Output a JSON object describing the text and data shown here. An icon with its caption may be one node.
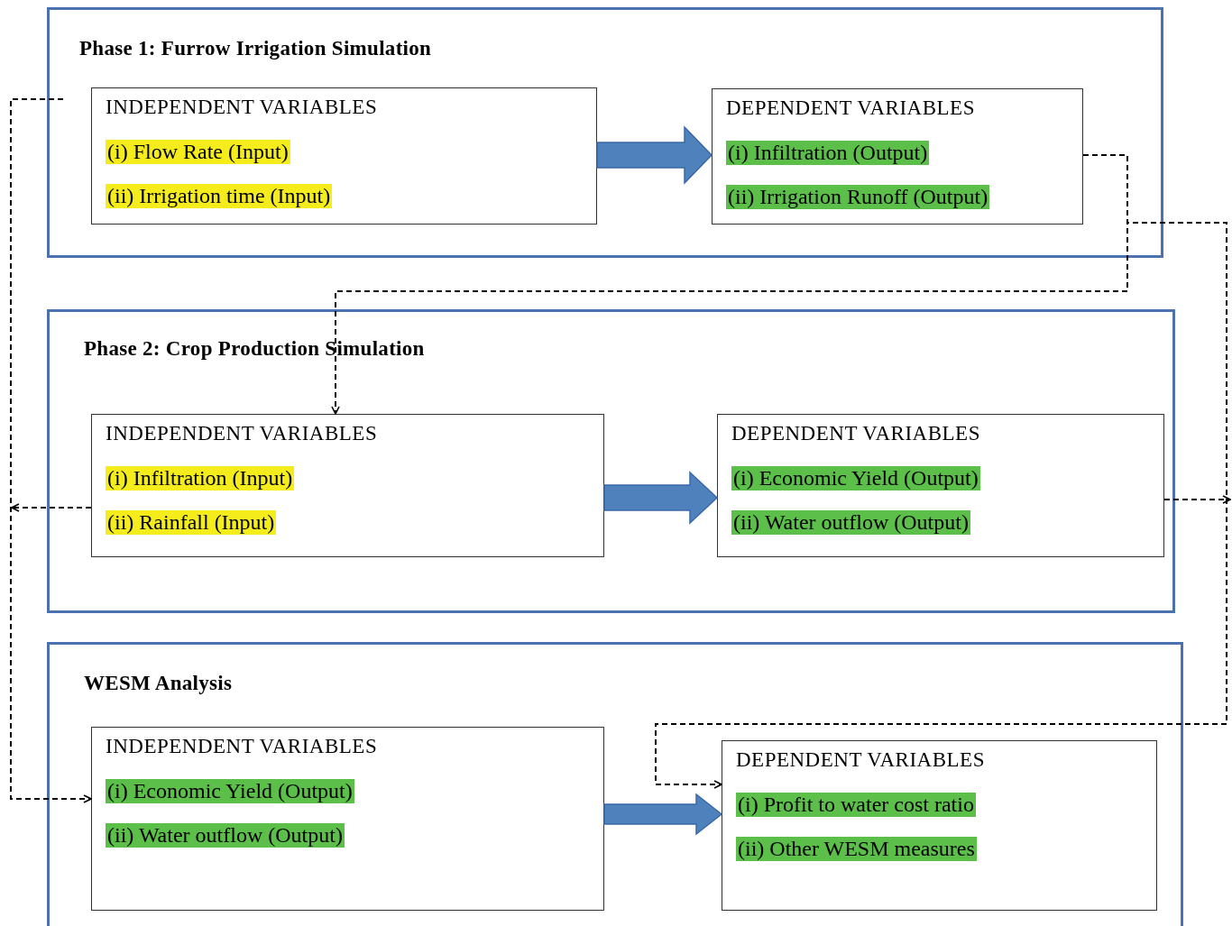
{
  "diagram": {
    "nodes": [
      {
        "text": [
          "Phase 1: Furrow Irrigation Simulation"
        ]
      },
      {
        "text": [
          "INDEPENDENT VARIABLES",
          "(i) Flow Rate (Input)",
          "(ii) Irrigation time (Input)"
        ],
        "in": 0
      },
      {
        "text": [
          "DEPENDENT VARIABLES",
          "(i) Infiltration (Output)",
          "(ii) Irrigation Runoff (Output)"
        ],
        "in": 0
      },
      {
        "text": [
          "Phase 2: Crop Production Simulation"
        ]
      },
      {
        "text": [
          "INDEPENDENT VARIABLES",
          "(i) Infiltration (Input)",
          "(ii) Rainfall (Input)"
        ],
        "in": 3
      },
      {
        "text": [
          "DEPENDENT VARIABLES",
          "(i) Economic Yield (Output)",
          "(ii) Water outflow (Output)"
        ],
        "in": 3
      },
      {
        "text": [
          "WESM Analysis"
        ]
      },
      {
        "text": [
          "INDEPENDENT VARIABLES",
          "(i) Economic Yield (Output)",
          "(ii) Water outflow (Output)"
        ],
        "in": 6
      },
      {
        "text": [
          "DEPENDENT VARIABLES",
          "(i) Profit to water cost ratio",
          "(ii) Other WESM measures"
        ],
        "in": 6
      }
    ],
    "edges": [
      {
        "from": 1,
        "to": 2,
        "arrow": "to",
        "style": "thick",
        "color": "#4f81bd"
      },
      {
        "from": 2,
        "to": 4,
        "arrow": "to",
        "style": "dashed"
      },
      {
        "from": 2,
        "to": 8,
        "arrow": "to",
        "style": "dashed"
      },
      {
        "from": 0,
        "to": 7,
        "arrow": "to",
        "style": "dashed"
      },
      {
        "from": 4,
        "to": null,
        "arrow": "to",
        "style": "dashed"
      },
      {
        "from": 4,
        "to": 5,
        "arrow": "to",
        "style": "thick",
        "color": "#4f81bd"
      },
      {
        "from": 5,
        "to": null,
        "arrow": "to",
        "style": "dashed"
      },
      {
        "from": 7,
        "to": 8,
        "arrow": "to",
        "style": "thick",
        "color": "#4f81bd"
      }
    ]
  }
}
